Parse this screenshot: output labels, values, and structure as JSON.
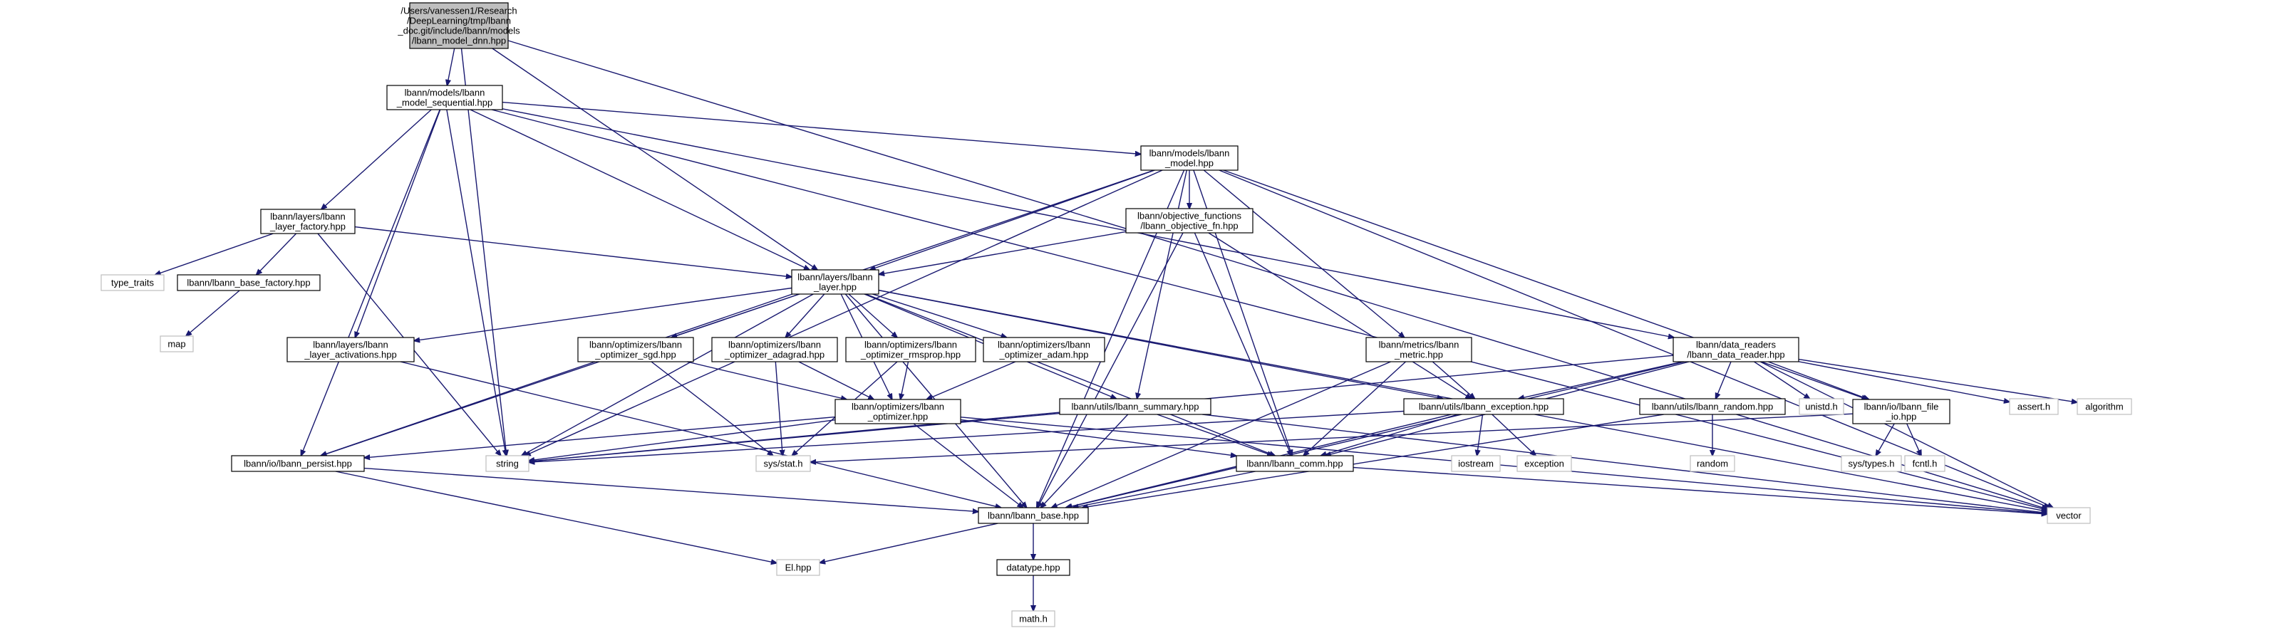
{
  "nodes": [
    {
      "id": "root",
      "kind": "root",
      "lines": [
        "/Users/vanessen1/Research",
        "/DeepLearning/tmp/lbann",
        "_doc.git/include/lbann/models",
        "/lbann_model_dnn.hpp"
      ]
    },
    {
      "id": "seq",
      "kind": "file",
      "lines": [
        "lbann/models/lbann",
        "_model_sequential.hpp"
      ]
    },
    {
      "id": "model",
      "kind": "file",
      "lines": [
        "lbann/models/lbann",
        "_model.hpp"
      ]
    },
    {
      "id": "factory",
      "kind": "file",
      "lines": [
        "lbann/layers/lbann",
        "_layer_factory.hpp"
      ]
    },
    {
      "id": "objfn",
      "kind": "file",
      "lines": [
        "lbann/objective_functions",
        "/lbann_objective_fn.hpp"
      ]
    },
    {
      "id": "typetraits",
      "kind": "sys",
      "lines": [
        "type_traits"
      ]
    },
    {
      "id": "basefactory",
      "kind": "file",
      "lines": [
        "lbann/lbann_base_factory.hpp"
      ]
    },
    {
      "id": "layer",
      "kind": "file",
      "lines": [
        "lbann/layers/lbann",
        "_layer.hpp"
      ]
    },
    {
      "id": "map",
      "kind": "sys",
      "lines": [
        "map"
      ]
    },
    {
      "id": "activations",
      "kind": "file",
      "lines": [
        "lbann/layers/lbann",
        "_layer_activations.hpp"
      ]
    },
    {
      "id": "sgd",
      "kind": "file",
      "lines": [
        "lbann/optimizers/lbann",
        "_optimizer_sgd.hpp"
      ]
    },
    {
      "id": "adagrad",
      "kind": "file",
      "lines": [
        "lbann/optimizers/lbann",
        "_optimizer_adagrad.hpp"
      ]
    },
    {
      "id": "rmsprop",
      "kind": "file",
      "lines": [
        "lbann/optimizers/lbann",
        "_optimizer_rmsprop.hpp"
      ]
    },
    {
      "id": "adam",
      "kind": "file",
      "lines": [
        "lbann/optimizers/lbann",
        "_optimizer_adam.hpp"
      ]
    },
    {
      "id": "metric",
      "kind": "file",
      "lines": [
        "lbann/metrics/lbann",
        "_metric.hpp"
      ]
    },
    {
      "id": "datareader",
      "kind": "file",
      "lines": [
        "lbann/data_readers",
        "/lbann_data_reader.hpp"
      ]
    },
    {
      "id": "optimizer",
      "kind": "file",
      "lines": [
        "lbann/optimizers/lbann",
        "_optimizer.hpp"
      ]
    },
    {
      "id": "summary",
      "kind": "file",
      "lines": [
        "lbann/utils/lbann_summary.hpp"
      ]
    },
    {
      "id": "exception",
      "kind": "file",
      "lines": [
        "lbann/utils/lbann_exception.hpp"
      ]
    },
    {
      "id": "random",
      "kind": "file",
      "lines": [
        "lbann/utils/lbann_random.hpp"
      ]
    },
    {
      "id": "unistd",
      "kind": "sys",
      "lines": [
        "unistd.h"
      ]
    },
    {
      "id": "fileio",
      "kind": "file",
      "lines": [
        "lbann/io/lbann_file",
        "_io.hpp"
      ]
    },
    {
      "id": "asserth",
      "kind": "sys",
      "lines": [
        "assert.h"
      ]
    },
    {
      "id": "algorithm",
      "kind": "sys",
      "lines": [
        "algorithm"
      ]
    },
    {
      "id": "persist",
      "kind": "file",
      "lines": [
        "lbann/io/lbann_persist.hpp"
      ]
    },
    {
      "id": "string",
      "kind": "sys",
      "lines": [
        "string"
      ]
    },
    {
      "id": "sysstat",
      "kind": "sys",
      "lines": [
        "sys/stat.h"
      ]
    },
    {
      "id": "comm",
      "kind": "file",
      "lines": [
        "lbann/lbann_comm.hpp"
      ]
    },
    {
      "id": "iostream",
      "kind": "sys",
      "lines": [
        "iostream"
      ]
    },
    {
      "id": "exceptionstd",
      "kind": "sys",
      "lines": [
        "exception"
      ]
    },
    {
      "id": "randomstd",
      "kind": "sys",
      "lines": [
        "random"
      ]
    },
    {
      "id": "systypes",
      "kind": "sys",
      "lines": [
        "sys/types.h"
      ]
    },
    {
      "id": "fcntl",
      "kind": "sys",
      "lines": [
        "fcntl.h"
      ]
    },
    {
      "id": "base",
      "kind": "file",
      "lines": [
        "lbann/lbann_base.hpp"
      ]
    },
    {
      "id": "vector",
      "kind": "sys",
      "lines": [
        "vector"
      ]
    },
    {
      "id": "elhpp",
      "kind": "sys",
      "lines": [
        "El.hpp"
      ]
    },
    {
      "id": "datatype",
      "kind": "file",
      "lines": [
        "datatype.hpp"
      ]
    },
    {
      "id": "mathh",
      "kind": "sys",
      "lines": [
        "math.h"
      ]
    }
  ],
  "edges": [
    [
      "root",
      "seq"
    ],
    [
      "root",
      "layer"
    ],
    [
      "root",
      "string"
    ],
    [
      "root",
      "vector"
    ],
    [
      "seq",
      "model"
    ],
    [
      "seq",
      "factory"
    ],
    [
      "seq",
      "layer"
    ],
    [
      "seq",
      "activations"
    ],
    [
      "seq",
      "persist"
    ],
    [
      "seq",
      "string"
    ],
    [
      "seq",
      "vector"
    ],
    [
      "seq",
      "datareader"
    ],
    [
      "model",
      "objfn"
    ],
    [
      "model",
      "layer"
    ],
    [
      "model",
      "metric"
    ],
    [
      "model",
      "summary"
    ],
    [
      "model",
      "comm"
    ],
    [
      "model",
      "base"
    ],
    [
      "model",
      "persist"
    ],
    [
      "model",
      "string"
    ],
    [
      "model",
      "vector"
    ],
    [
      "model",
      "fileio"
    ],
    [
      "factory",
      "typetraits"
    ],
    [
      "factory",
      "basefactory"
    ],
    [
      "factory",
      "layer"
    ],
    [
      "factory",
      "string"
    ],
    [
      "basefactory",
      "map"
    ],
    [
      "objfn",
      "layer"
    ],
    [
      "objfn",
      "exception"
    ],
    [
      "objfn",
      "comm"
    ],
    [
      "objfn",
      "base"
    ],
    [
      "layer",
      "activations"
    ],
    [
      "layer",
      "sgd"
    ],
    [
      "layer",
      "adagrad"
    ],
    [
      "layer",
      "rmsprop"
    ],
    [
      "layer",
      "adam"
    ],
    [
      "layer",
      "optimizer"
    ],
    [
      "layer",
      "summary"
    ],
    [
      "layer",
      "exception"
    ],
    [
      "layer",
      "comm"
    ],
    [
      "layer",
      "base"
    ],
    [
      "layer",
      "persist"
    ],
    [
      "layer",
      "string"
    ],
    [
      "layer",
      "vector"
    ],
    [
      "activations",
      "base"
    ],
    [
      "sgd",
      "optimizer"
    ],
    [
      "sgd",
      "sysstat"
    ],
    [
      "adagrad",
      "optimizer"
    ],
    [
      "adagrad",
      "sysstat"
    ],
    [
      "rmsprop",
      "optimizer"
    ],
    [
      "rmsprop",
      "sysstat"
    ],
    [
      "adam",
      "optimizer"
    ],
    [
      "metric",
      "exception"
    ],
    [
      "metric",
      "comm"
    ],
    [
      "metric",
      "base"
    ],
    [
      "datareader",
      "exception"
    ],
    [
      "datareader",
      "random"
    ],
    [
      "datareader",
      "unistd"
    ],
    [
      "datareader",
      "fileio"
    ],
    [
      "datareader",
      "asserth"
    ],
    [
      "datareader",
      "algorithm"
    ],
    [
      "datareader",
      "vector"
    ],
    [
      "datareader",
      "base"
    ],
    [
      "datareader",
      "comm"
    ],
    [
      "datareader",
      "string"
    ],
    [
      "optimizer",
      "comm"
    ],
    [
      "optimizer",
      "base"
    ],
    [
      "optimizer",
      "persist"
    ],
    [
      "optimizer",
      "string"
    ],
    [
      "optimizer",
      "vector"
    ],
    [
      "summary",
      "comm"
    ],
    [
      "summary",
      "base"
    ],
    [
      "summary",
      "string"
    ],
    [
      "summary",
      "vector"
    ],
    [
      "exception",
      "comm"
    ],
    [
      "exception",
      "base"
    ],
    [
      "exception",
      "iostream"
    ],
    [
      "exception",
      "exceptionstd"
    ],
    [
      "exception",
      "string"
    ],
    [
      "random",
      "base"
    ],
    [
      "random",
      "randomstd"
    ],
    [
      "fileio",
      "systypes"
    ],
    [
      "fileio",
      "fcntl"
    ],
    [
      "fileio",
      "sysstat"
    ],
    [
      "persist",
      "base"
    ],
    [
      "persist",
      "elhpp"
    ],
    [
      "comm",
      "base"
    ],
    [
      "comm",
      "vector"
    ],
    [
      "base",
      "elhpp"
    ],
    [
      "base",
      "datatype"
    ],
    [
      "datatype",
      "mathh"
    ]
  ]
}
